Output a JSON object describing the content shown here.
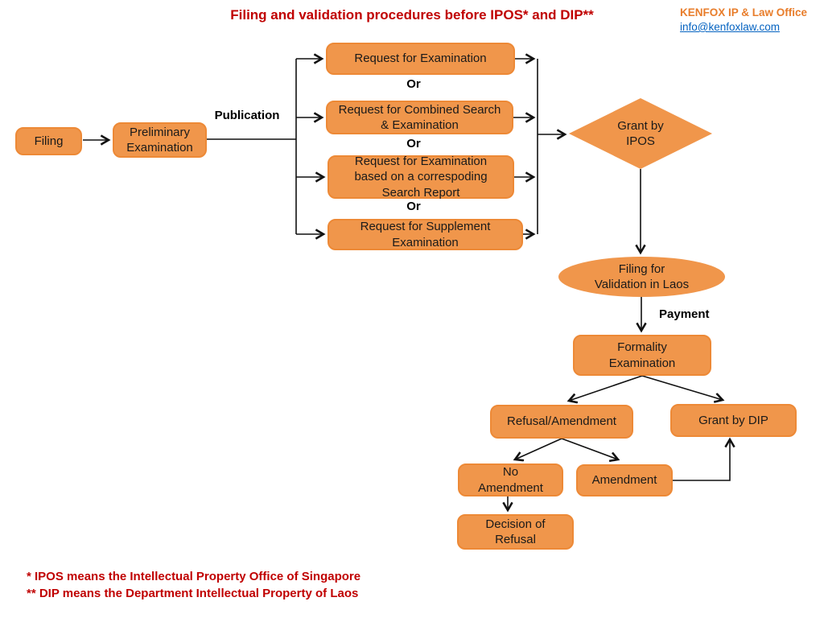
{
  "header": {
    "title": "Filing and validation procedures before IPOS* and DIP**",
    "company": "KENFOX IP & Law Office",
    "email": "info@kenfoxlaw.com"
  },
  "flowchart": {
    "nodes": {
      "filing": "Filing",
      "preliminary": "Preliminary\nExamination",
      "req_examination": "Request for Examination",
      "req_combined": "Request for Combined Search\n& Examination",
      "req_corresponding": "Request for Examination\nbased on a correspoding\nSearch Report",
      "req_supplement": "Request for Supplement\nExamination",
      "grant_ipos": "Grant by\nIPOS",
      "filing_validation": "Filing for\nValidation in Laos",
      "formality": "Formality\nExamination",
      "refusal_amendment": "Refusal/Amendment",
      "grant_dip": "Grant by DIP",
      "no_amendment": "No\nAmendment",
      "amendment": "Amendment",
      "decision_refusal": "Decision of\nRefusal"
    },
    "labels": {
      "publication": "Publication",
      "payment": "Payment",
      "or1": "Or",
      "or2": "Or",
      "or3": "Or"
    }
  },
  "footnotes": {
    "line1": "* IPOS means the Intellectual Property Office of Singapore",
    "line2": "** DIP means the Department Intellectual Property of Laos"
  },
  "colors": {
    "node_fill": "#F0964B",
    "node_border": "#ED8936",
    "title_red": "#C00000",
    "brand_orange": "#E87D2B",
    "link_blue": "#0563C1",
    "line_black": "#111111"
  }
}
